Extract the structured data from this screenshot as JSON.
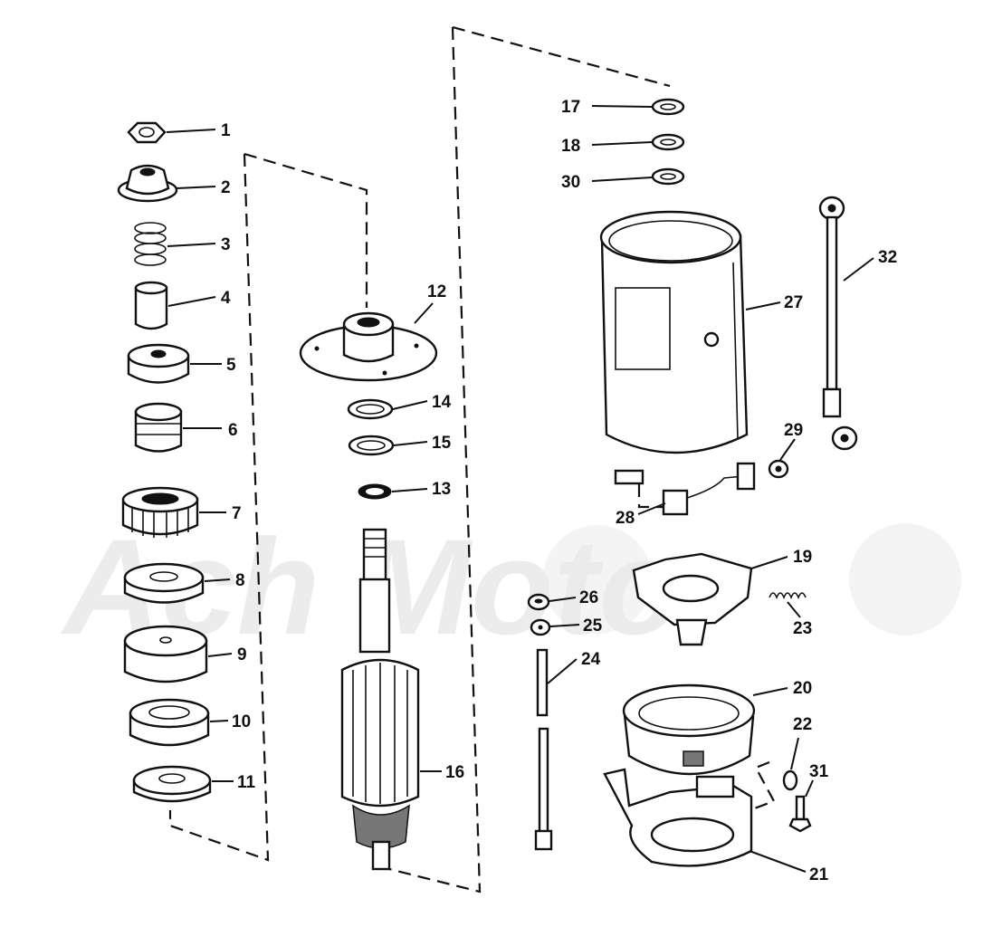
{
  "watermark": {
    "text": "Ach Moto"
  },
  "callouts": [
    {
      "id": "1",
      "label": "1"
    },
    {
      "id": "2",
      "label": "2"
    },
    {
      "id": "3",
      "label": "3"
    },
    {
      "id": "4",
      "label": "4"
    },
    {
      "id": "5",
      "label": "5"
    },
    {
      "id": "6",
      "label": "6"
    },
    {
      "id": "7",
      "label": "7"
    },
    {
      "id": "8",
      "label": "8"
    },
    {
      "id": "9",
      "label": "9"
    },
    {
      "id": "10",
      "label": "10"
    },
    {
      "id": "11",
      "label": "11"
    },
    {
      "id": "12",
      "label": "12"
    },
    {
      "id": "13",
      "label": "13"
    },
    {
      "id": "14",
      "label": "14"
    },
    {
      "id": "15",
      "label": "15"
    },
    {
      "id": "16",
      "label": "16"
    },
    {
      "id": "17",
      "label": "17"
    },
    {
      "id": "18",
      "label": "18"
    },
    {
      "id": "19",
      "label": "19"
    },
    {
      "id": "20",
      "label": "20"
    },
    {
      "id": "21",
      "label": "21"
    },
    {
      "id": "22",
      "label": "22"
    },
    {
      "id": "23",
      "label": "23"
    },
    {
      "id": "24",
      "label": "24"
    },
    {
      "id": "25",
      "label": "25"
    },
    {
      "id": "26",
      "label": "26"
    },
    {
      "id": "27",
      "label": "27"
    },
    {
      "id": "28",
      "label": "28"
    },
    {
      "id": "29",
      "label": "29"
    },
    {
      "id": "30",
      "label": "30"
    },
    {
      "id": "31",
      "label": "31"
    },
    {
      "id": "32",
      "label": "32"
    }
  ]
}
